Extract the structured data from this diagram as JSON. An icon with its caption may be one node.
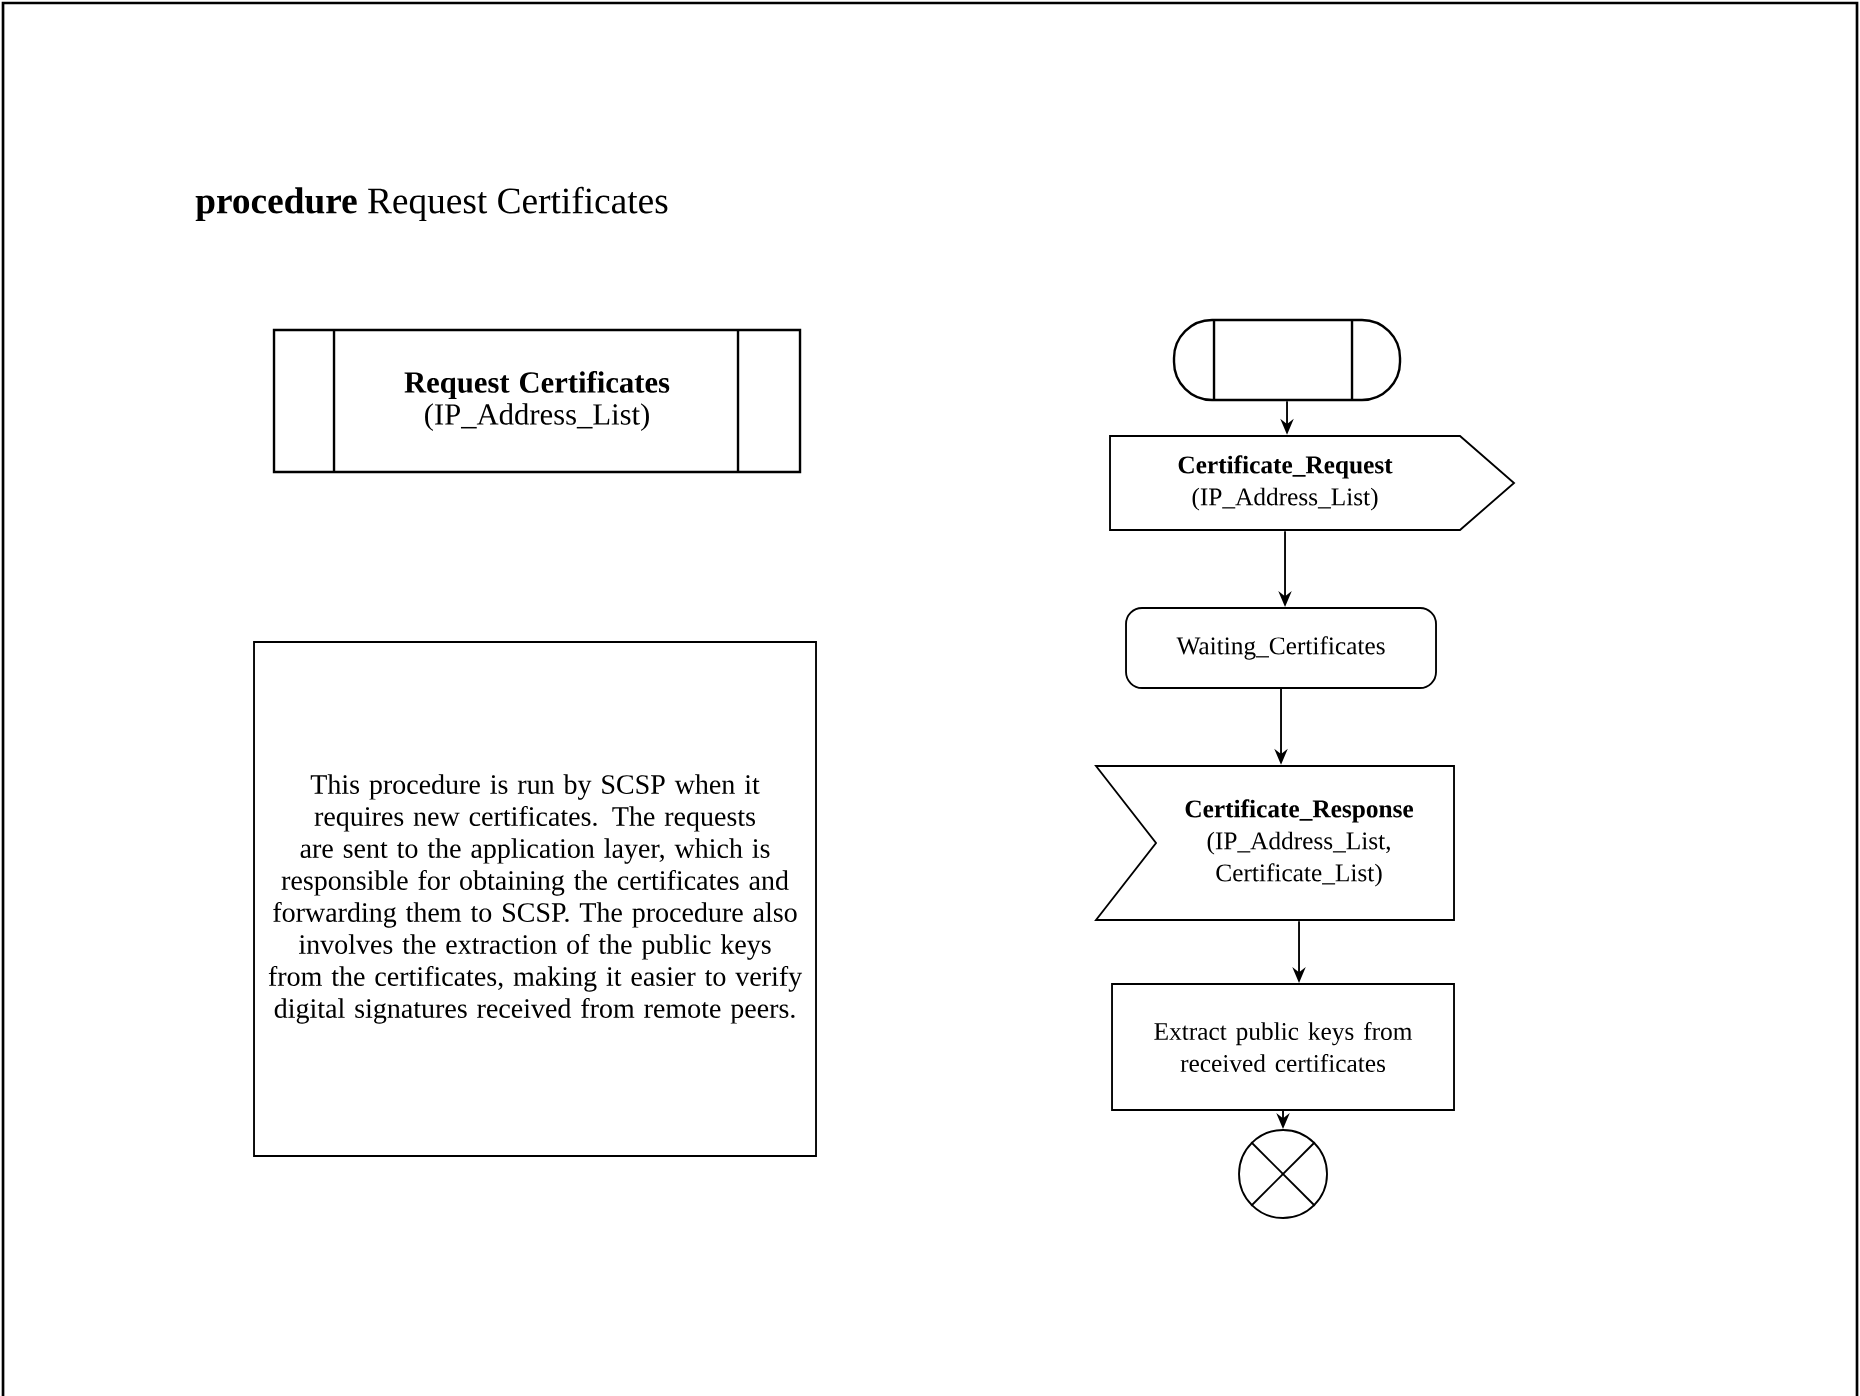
{
  "diagram": {
    "title": "**procedure** Request Certificates",
    "nodes": [
      {
        "text": [
          "Request Certificates",
          "(IP_Address_List)"
        ]
      },
      {
        "text": [
          "This procedure is run by SCSP when it requires new certificates. The requests are sent to the application layer, which is responsible for obtaining the certificates and forwarding them to SCSP. The procedure also involves the extraction of the public keys from the certificates, making it easier to verify digital signatures received from remote peers."
        ]
      },
      {
        "text": [],
        "shape": "box"
      },
      {
        "text": [
          "Certificate_Request",
          "(IP_Address_List)"
        ]
      },
      {
        "text": [
          "Waiting_Certificates"
        ]
      },
      {
        "text": [
          "Certificate_Response",
          "(IP_Address_List, Certificate_List)"
        ]
      },
      {
        "text": [
          "Extract public keys from received certificates"
        ]
      },
      {
        "text": [],
        "shape": "circle"
      }
    ],
    "edges": [
      {
        "from": 2,
        "to": 3,
        "arrow": "to"
      },
      {
        "from": 3,
        "to": 4,
        "arrow": "to"
      },
      {
        "from": 4,
        "to": 5,
        "arrow": "to"
      },
      {
        "from": 5,
        "to": 6,
        "arrow": "to"
      },
      {
        "from": 6,
        "to": 7,
        "arrow": "to"
      }
    ]
  }
}
